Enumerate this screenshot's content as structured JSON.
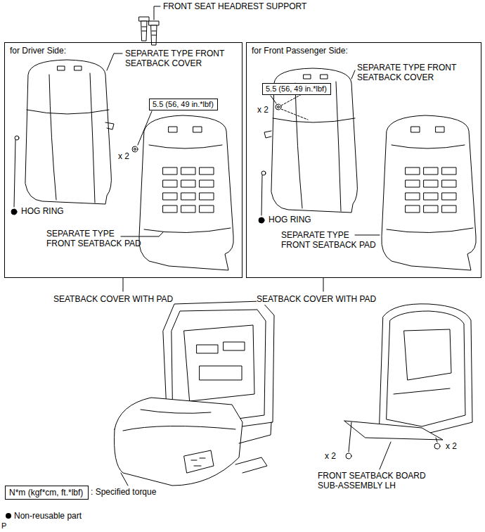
{
  "diagram": {
    "nodes": [
      {
        "text": [
          "for Driver Side:"
        ]
      },
      {
        "text": [
          "5.5 (56, 49 in.*lbf)"
        ],
        "in": 0
      },
      {
        "text": [
          "for Front Passenger Side:"
        ]
      },
      {
        "text": [
          "5.5 (56, 49 in.*lbf)"
        ],
        "in": 2
      },
      {
        "text": [
          "N*m (kgf*cm, ft.*lbf)"
        ]
      }
    ],
    "labels": [
      "FRONT SEAT HEADREST SUPPORT",
      "SEPARATE TYPE FRONT SEATBACK COVER",
      "x 2",
      "HOG RING",
      "SEPARATE TYPE FRONT SEATBACK PAD",
      "SEPARATE TYPE FRONT SEATBACK COVER",
      "x 2",
      "HOG RING",
      "SEPARATE TYPE FRONT SEATBACK PAD",
      "SEATBACK COVER WITH PAD",
      "SEATBACK COVER WITH PAD",
      "x 2",
      "x 2",
      "FRONT SEATBACK BOARD SUB-ASSEMBLY LH",
      "P"
    ],
    "legend": [
      {
        "text": ": Specified torque"
      },
      {
        "text": "Non-reusable part"
      }
    ]
  }
}
